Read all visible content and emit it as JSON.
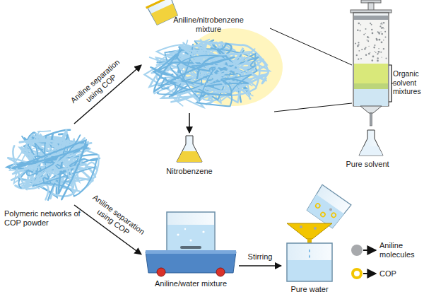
{
  "diagram": {
    "labels": [
      "Aniline/nitrobenzene mixture",
      "Aniline separation using COP",
      "Organic solvent mixtures",
      "Nitrobenzene",
      "Pure solvent",
      "Polymeric networks of COP powder",
      "Aniline separation using COP",
      "Aniline/water mixture",
      "Stirring",
      "Pure water"
    ],
    "legend": [
      {
        "text": "Aniline molecules",
        "color": "#a7a9ac"
      },
      {
        "text": "COP"
      }
    ]
  }
}
